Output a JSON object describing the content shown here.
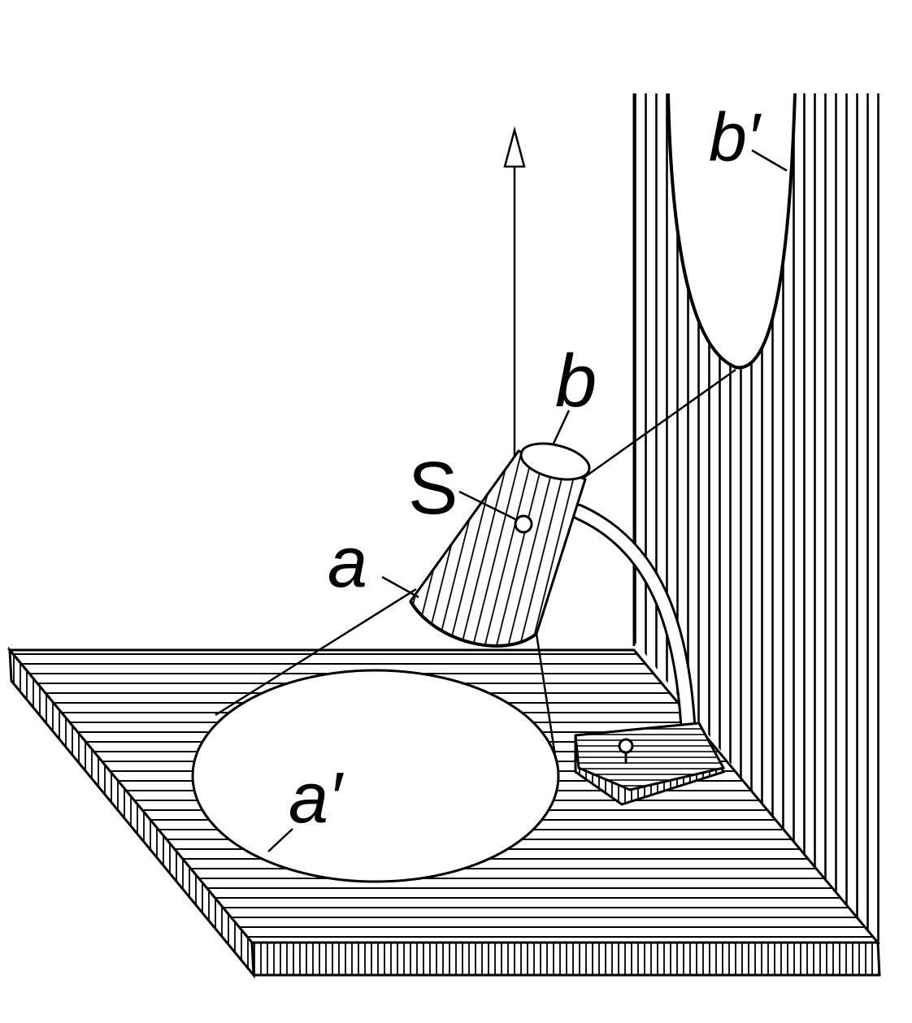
{
  "diagram": {
    "labels": {
      "S": "S",
      "a": "a",
      "b": "b",
      "a_prime": "a′",
      "b_prime": "b′"
    },
    "colors": {
      "ink": "#000000",
      "paper": "#ffffff"
    }
  }
}
